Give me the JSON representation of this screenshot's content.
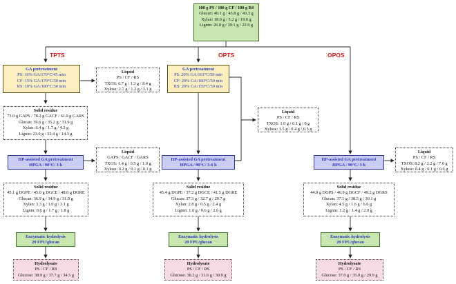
{
  "feed": {
    "title": "100 g PS / 100 g CF / 100 g RS",
    "lines": [
      "Glucan: 40.1 g / 43.8 g / 43.3 g",
      "Xylan: 18.0 g / 5.2 g / 19.6 g",
      "Lignin: 26.8 g / 39.1 g / 22.9 g"
    ]
  },
  "routes": {
    "tpts": "TPTS",
    "opts": "OPTS",
    "opos": "OPOS"
  },
  "tpts": {
    "ga": {
      "title": "GA pretreatment",
      "lines": [
        "PS: 10% GA/170°C/45 min",
        "CF: 15% GA/170°C/30 min",
        "RS: 10% GA/180°C/30 min"
      ]
    },
    "liquid1": {
      "title": "Liquid",
      "sub": "PS / CF / RS",
      "lines": [
        "TXOS: 6.7 g / 1.3 g / 8.4 g",
        "Xylose: 2.7 g / 1.2 g / 3.1 g"
      ]
    },
    "solid1": {
      "title": "Solid residue",
      "lines": [
        "73.0 g GAPS / 78.2 g GACF / 61.0 g GARS",
        "Glucan: 39.6 g / 35.2 g / 31.9 g",
        "Xylan: 6.4 g / 1.7 g / 4.3 g",
        "Lignin: 23.0 g / 32.4 g / 14.3 g"
      ]
    },
    "hpga": {
      "title": "HP-assisted GA pretreatment",
      "sub": "HPGA / 90°C/ 3 h"
    },
    "liquid2": {
      "title": "Liquid",
      "sub": "GAPS / GACF / GARS",
      "lines": [
        "TXOS: 1.4 g / 0.5 g / 1.0 g",
        "Xylose: 0.2 g / 0.1 g / 0.1 g"
      ]
    },
    "solid2": {
      "title": "Solid residue",
      "lines": [
        "45.1 g DGPE / 45.0 g DGCE / 48.0 g DGRE",
        "Glucan: 36.9 g / 34.9 g / 31.9 g",
        "Xylan: 3.3 g / 1.0 g / 3.1 g",
        "Lignin: 0.6 g / 1.7 g / 1.8 g"
      ]
    },
    "enz": {
      "title": "Enzymatic hydrolysis",
      "sub": "20 FPU/glucan"
    },
    "hyd": {
      "title": "Hydrolysate",
      "sub": "PS / CF / RS",
      "lines": [
        "Glucose: 38.9 g / 37.7 g / 34.5 g"
      ]
    }
  },
  "opts": {
    "ga": {
      "title": "GA pretreatment",
      "lines": [
        "PS: 20% GA/161°C/50 min",
        "CF: 20% GA/160°C/50 min",
        "RS: 20% GA/159°C/50 min"
      ]
    },
    "liquid": {
      "title": "Liquid",
      "sub": "PS / CF / RS",
      "lines": [
        "TXOS: 1.0 g / 0.1 g / 0 g",
        "Xylose: 1.5 g / 0.4 g / 0.5 g"
      ]
    },
    "hpga": {
      "title": "HP-assisted GA pretreatment",
      "sub": "HPGA / 90°C/ 3-6 h"
    },
    "solid": {
      "title": "Solid residue",
      "lines": [
        "45.4 g DGPE / 37.2 g DGCE / 41.5 g DGRE",
        "Glucan: 37.3 g / 32.7 g / 29.7 g",
        "Xylan: 2.8 g / 0.5 g / 2.4 g",
        "Lignin: 1.0 g / 0.6 g / 2.6 g"
      ]
    },
    "enz": {
      "title": "Enzymatic hydrolysis",
      "sub": "20 FPU/glucan"
    },
    "hyd": {
      "title": "Hydrolysate",
      "sub": "PS / CF / RS",
      "lines": [
        "Glucose: 38.2 g / 31.6 g / 30.9 g"
      ]
    }
  },
  "opos": {
    "hpga": {
      "title": "HP-assisted GA pretreatment",
      "sub": "HPGA / 90°C/ 3 h"
    },
    "liquid": {
      "title": "Liquid",
      "sub": "PS / CF / RS",
      "lines": [
        "TXOS: 8.2 g / 2.2 g / 7.6 g",
        "Xylose: 0.4 g / 0.1 g / 0.6 g"
      ]
    },
    "solid": {
      "title": "Solid residue",
      "lines": [
        "44.9 g DGPS / 46.9 g DGCF / 49.2 g DGRS",
        "Glucan: 37.1 g / 38.5 g / 30.1 g",
        "Xylan: 4.5 g / 1.6 g / 6.6 g",
        "Lignin: 1.2 g / 1.4 g / 2.0 g"
      ]
    },
    "enz": {
      "title": "Enzymatic hydrolysis",
      "sub": "20 FPU/glucan"
    },
    "hyd": {
      "title": "Hydrolysate",
      "sub": "PS / CF / RS",
      "lines": [
        "Glucose: 37.0 g / 35.0 g / 29.9 g"
      ]
    }
  }
}
